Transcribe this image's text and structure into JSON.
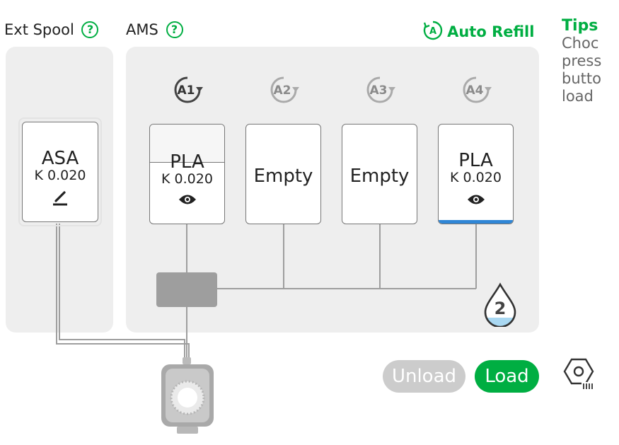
{
  "colors": {
    "accent": "#00ae42",
    "panel_bg": "#eeeeee",
    "line": "#9e9e9e",
    "hub": "#9e9e9e",
    "unload_bg": "#cccccc",
    "blue": "#2f86d6",
    "water": "#a9d8f2"
  },
  "header": {
    "ext_spool_label": "Ext Spool",
    "ams_label": "AMS",
    "help_symbol": "?",
    "auto_refill_label": "Auto Refill",
    "auto_refill_icon": "letter-a-circle-arrow-icon"
  },
  "ext_spool": {
    "material": "ASA",
    "k_value": "K 0.020",
    "icon": "edit-pencil-icon"
  },
  "ams": {
    "slots": [
      {
        "badge": "A1",
        "material": "PLA",
        "k_value": "K 0.020",
        "icon": "eye-icon",
        "fill_level": 0.55,
        "active": true
      },
      {
        "badge": "A2",
        "material": "Empty",
        "k_value": "",
        "active": false
      },
      {
        "badge": "A3",
        "material": "Empty",
        "k_value": "",
        "active": false
      },
      {
        "badge": "A4",
        "material": "PLA",
        "k_value": "K 0.020",
        "icon": "eye-icon",
        "fill_level": 0.0,
        "active": false
      }
    ],
    "humidity_level": "2",
    "humidity_icon": "water-drop-icon"
  },
  "buttons": {
    "unload": "Unload",
    "load": "Load"
  },
  "tips": {
    "title": "Tips",
    "lines": [
      "Choc",
      "press",
      "butto",
      "load"
    ]
  },
  "extruder_icon": "extruder-nozzle-icon"
}
